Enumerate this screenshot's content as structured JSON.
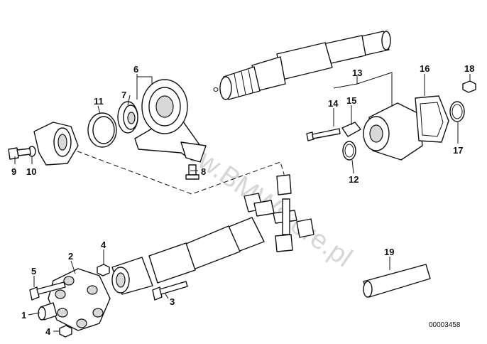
{
  "callouts": {
    "c1": "1",
    "c2": "2",
    "c3": "3",
    "c4a": "4",
    "c4b": "4",
    "c5": "5",
    "c6": "6",
    "c7": "7",
    "c8": "8",
    "c9": "9",
    "c10": "10",
    "c11": "11",
    "c12": "12",
    "c13": "13",
    "c14": "14",
    "c15": "15",
    "c16": "16",
    "c17": "17",
    "c18": "18",
    "c19": "19"
  },
  "watermark": "www.BMWstore.pl",
  "reference_number": "00003458"
}
